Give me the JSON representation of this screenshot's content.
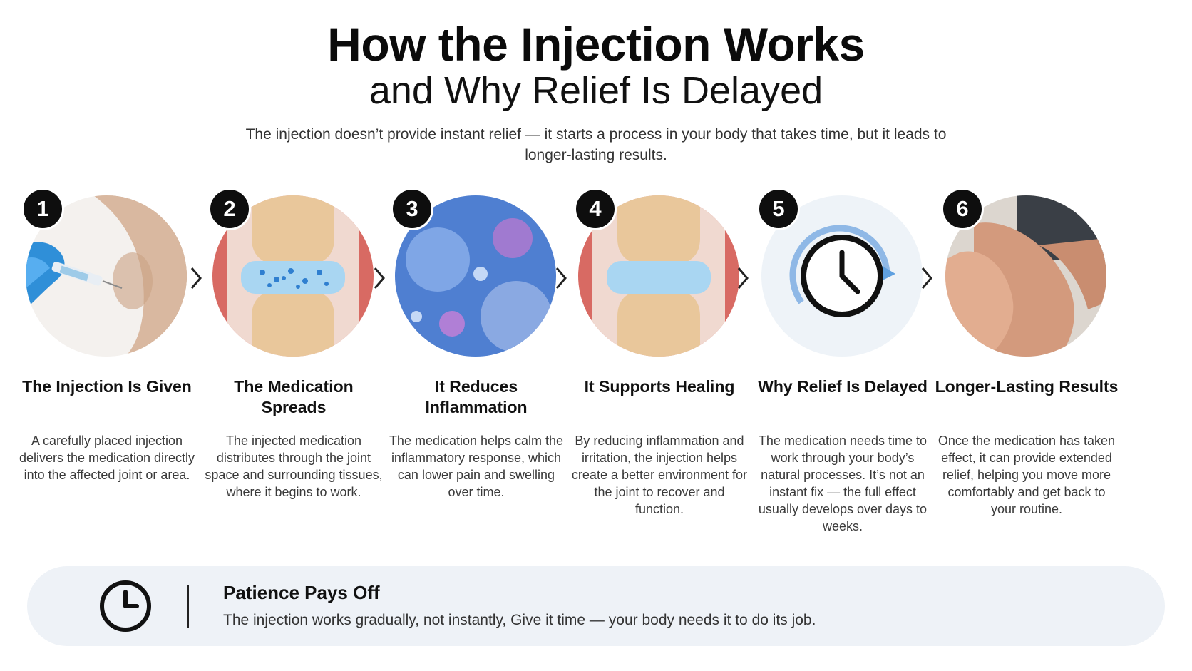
{
  "header": {
    "title": "How the Injection Works",
    "subtitle": "and Why Relief Is Delayed",
    "intro": "The injection doesn’t provide instant relief — it starts a process in your body that takes time, but it leads to longer-lasting results."
  },
  "steps": [
    {
      "number": "1",
      "title": "The Injection Is Given",
      "description": "A carefully placed injection delivers the medication directly into the affected joint or area.",
      "icon": "syringe-knee-icon"
    },
    {
      "number": "2",
      "title": "The Medication Spreads",
      "description": "The injected medication distributes through the joint space and surrounding tissues, where it begins to work.",
      "icon": "joint-medication-icon"
    },
    {
      "number": "3",
      "title": "It Reduces Inflammation",
      "description": "The medication helps calm the inflammatory response, which can lower pain and swelling over time.",
      "icon": "cells-icon"
    },
    {
      "number": "4",
      "title": "It Supports Healing",
      "description": "By reducing inflammation and irritation, the injection helps create a better environment for the joint to recover and function.",
      "icon": "healthy-joint-icon"
    },
    {
      "number": "5",
      "title": "Why Relief Is Delayed",
      "description": "The medication needs time to work through your body’s natural processes. It’s not an instant fix — the full effect usually develops over days to weeks.",
      "icon": "clock-icon"
    },
    {
      "number": "6",
      "title": "Longer-Lasting Results",
      "description": "Once the medication has taken effect, it can provide extended relief, helping you move more comfortably and get back to your routine.",
      "icon": "knee-hands-icon"
    }
  ],
  "banner": {
    "title": "Patience Pays Off",
    "text": "The injection works gradually, not instantly, Give it time — your body needs it to do its job.",
    "icon": "clock-icon"
  },
  "colors": {
    "badge": "#0e0e0e",
    "bone": "#e9c79b",
    "cartilage": "#a9d6f2",
    "tissue": "#d86a63",
    "cells": "#4f7fd1",
    "banner_bg": "#eef2f7"
  }
}
